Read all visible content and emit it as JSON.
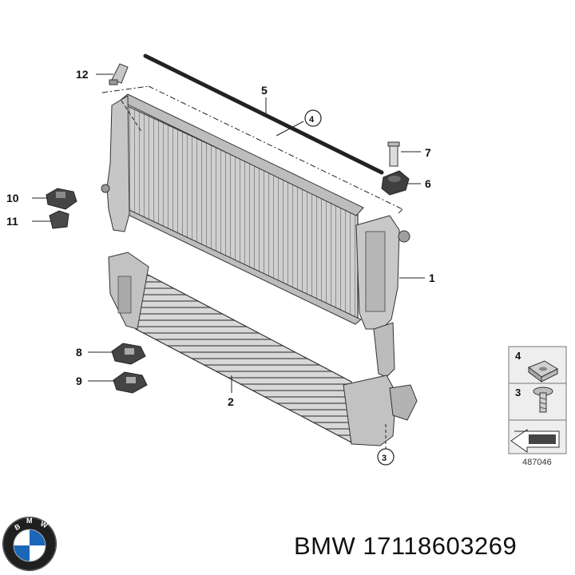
{
  "callouts": {
    "c1": "1",
    "c2": "2",
    "c3": "3",
    "c4": "4",
    "c5": "5",
    "c6": "6",
    "c7": "7",
    "c8": "8",
    "c9": "9",
    "c10": "10",
    "c11": "11",
    "c12": "12"
  },
  "legend": {
    "item_a": "4",
    "item_b": "3"
  },
  "figure_number": "487046",
  "logo": {
    "brand": "BMW"
  },
  "caption": "BMW 17118603269",
  "colors": {
    "part_fill": "#d4d4d4",
    "part_dark": "#5a5a5a",
    "line": "#222222",
    "legend_bg": "#eeeeee"
  }
}
